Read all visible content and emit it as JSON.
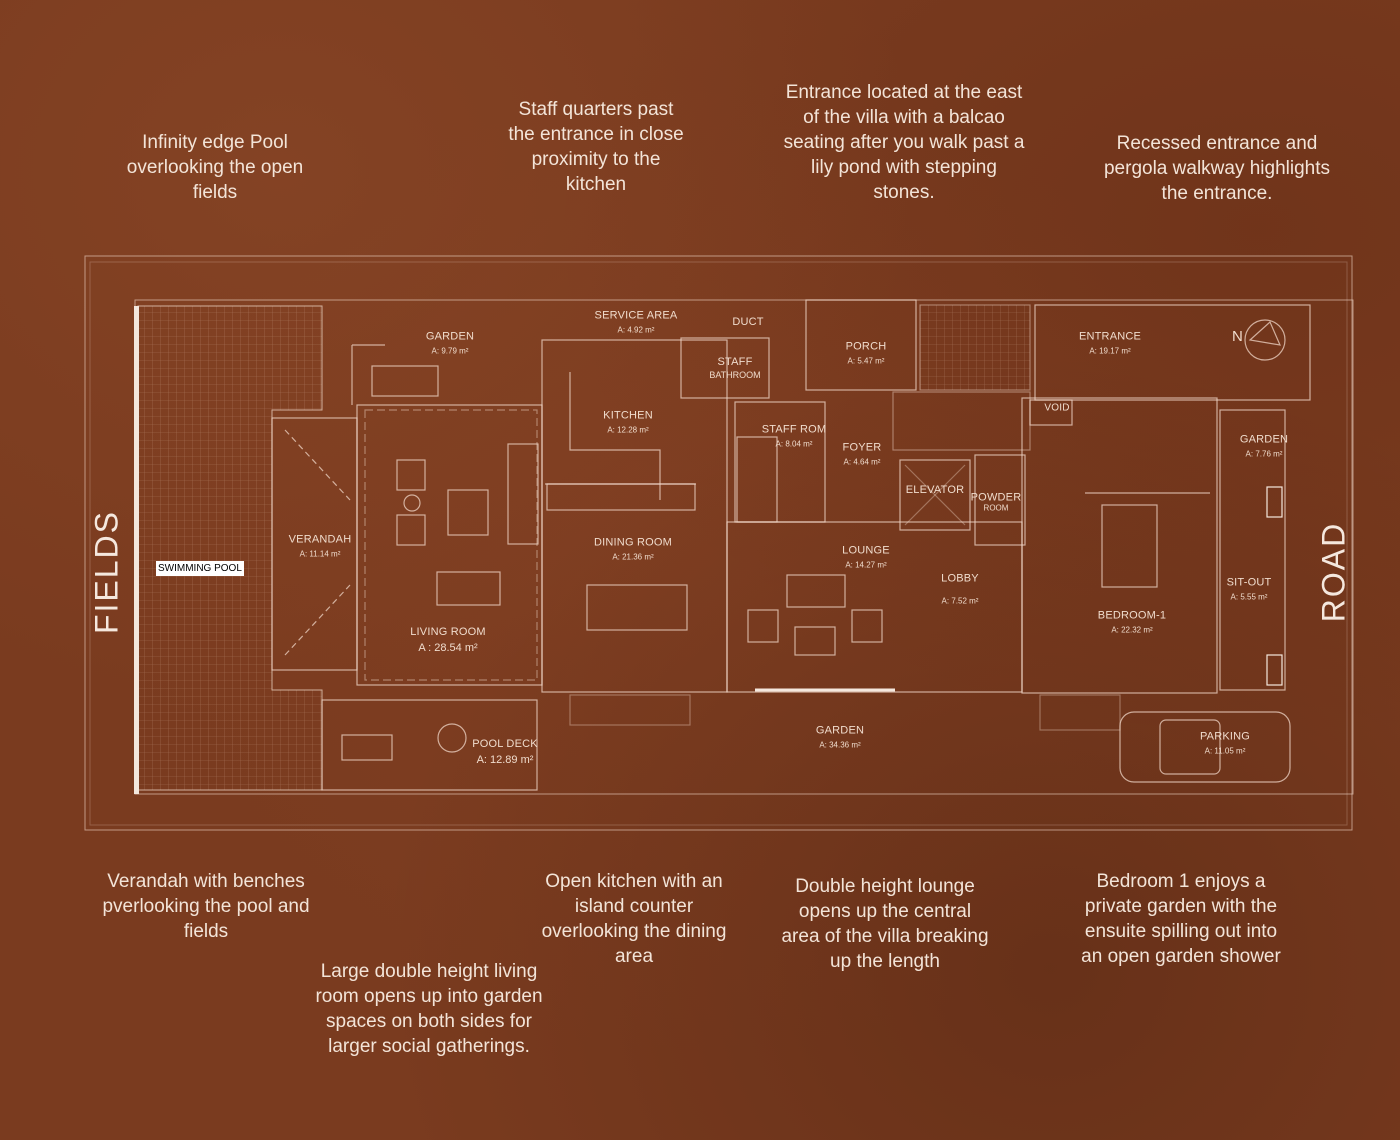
{
  "annotations": {
    "pool": [
      "Infinity edge Pool",
      "overlooking the open",
      "fields"
    ],
    "staff": [
      "Staff quarters past",
      "the entrance in close",
      "proximity to the",
      "kitchen"
    ],
    "entrance_east": [
      "Entrance located at the east",
      "of the villa with a balcao",
      "seating after you walk past a",
      "lily pond with stepping",
      "stones."
    ],
    "recessed": [
      "Recessed entrance and",
      "pergola walkway highlights",
      "the entrance."
    ],
    "verandah": [
      "Verandah with benches",
      "pverlooking the pool and",
      "fields"
    ],
    "living": [
      "Large double height living",
      "room opens up into garden",
      "spaces on both sides for",
      "larger social gatherings."
    ],
    "kitchen": [
      "Open kitchen with an",
      "island counter",
      "overlooking the dining",
      "area"
    ],
    "lounge": [
      "Double height lounge",
      "opens up the central",
      "area of the villa breaking",
      "up the length"
    ],
    "bedroom": [
      "Bedroom 1 enjoys a",
      "private garden with the",
      "ensuite spilling out into",
      "an open garden shower"
    ]
  },
  "site": {
    "left_label": "FIELDS",
    "right_label": "ROAD",
    "north": "N",
    "pool_label": "SWIMMING POOL"
  },
  "rooms": {
    "garden_west": {
      "name": "GARDEN",
      "area": "A: 9.79 m²"
    },
    "service": {
      "name": "SERVICE AREA",
      "area": "A: 4.92 m²"
    },
    "duct": {
      "name": "DUCT"
    },
    "porch": {
      "name": "PORCH",
      "area": "A: 5.47 m²"
    },
    "entrance": {
      "name": "ENTRANCE",
      "area": "A: 19.17 m²"
    },
    "staff_bath": {
      "name": "STAFF",
      "sub": "BATHROOM"
    },
    "kitchen": {
      "name": "KITCHEN",
      "area": "A: 12.28 m²"
    },
    "staff_room": {
      "name": "STAFF ROM",
      "area": "A: 8.04 m²"
    },
    "foyer": {
      "name": "FOYER",
      "area": "A: 4.64 m²"
    },
    "garden_east": {
      "name": "GARDEN",
      "area": "A: 7.76 m²"
    },
    "elevator": {
      "name": "ELEVATOR"
    },
    "powder": {
      "name": "POWDER",
      "sub": "ROOM"
    },
    "void": {
      "name": "VOID"
    },
    "verandah": {
      "name": "VERANDAH",
      "area": "A: 11.14 m²"
    },
    "dining": {
      "name": "DINING ROOM",
      "area": "A: 21.36 m²"
    },
    "lounge": {
      "name": "LOUNGE",
      "area": "A: 14.27 m²"
    },
    "lobby": {
      "name": "LOBBY",
      "area": "A: 7.52  m²"
    },
    "sitout": {
      "name": "SIT-OUT",
      "area": "A: 5.55 m²"
    },
    "bedroom": {
      "name": "BEDROOM-1",
      "area": "A: 22.32 m²"
    },
    "living": {
      "name": "LIVING ROOM",
      "area": "A : 28.54 m²"
    },
    "garden_south": {
      "name": "GARDEN",
      "area": "A: 34.36 m²"
    },
    "parking": {
      "name": "PARKING",
      "area": "A: 11.05 m²"
    },
    "pool_deck": {
      "name": "POOL DECK",
      "area": "A: 12.89 m²"
    }
  }
}
